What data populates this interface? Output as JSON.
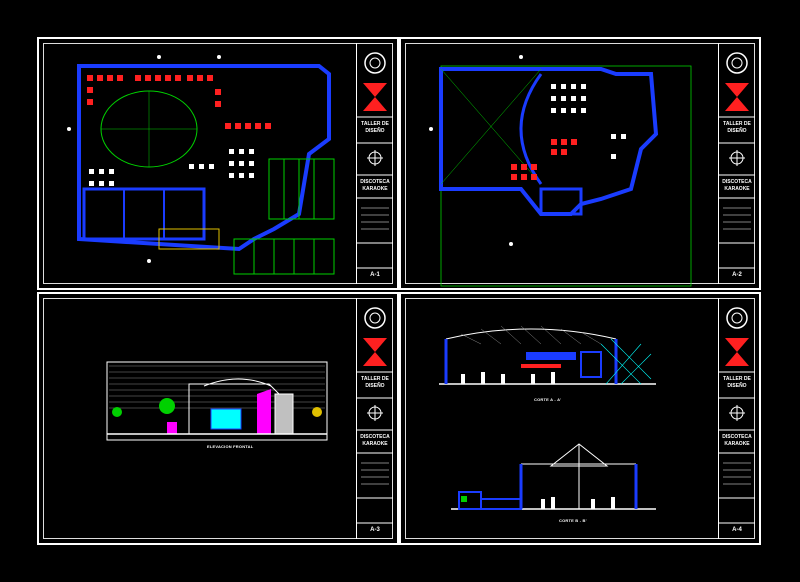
{
  "sheets": [
    {
      "id": "s1",
      "studio": "TALLER DE DISEÑO",
      "project": "DISCOTECA KARAOKE",
      "sheet_no": "A-1"
    },
    {
      "id": "s2",
      "studio": "TALLER DE DISEÑO",
      "project": "DISCOTECA KARAOKE",
      "sheet_no": "A-2"
    },
    {
      "id": "s3",
      "studio": "TALLER DE DISEÑO",
      "project": "DISCOTECA KARAOKE",
      "sheet_no": "A-3"
    },
    {
      "id": "s4",
      "studio": "TALLER DE DISEÑO",
      "project": "DISCOTECA KARAOKE",
      "sheet_no": "A-4"
    }
  ],
  "captions": {
    "elevation": "ELEVACION FRONTAL",
    "section_a": "CORTE A - A'",
    "section_b": "CORTE B - B'"
  },
  "colors": {
    "background": "#000000",
    "wall": "#1a3cff",
    "furniture_red": "#ff2020",
    "furniture_white": "#ffffff",
    "line_green": "#00d000",
    "accent_magenta": "#ff00ff",
    "accent_cyan": "#00ffff"
  }
}
